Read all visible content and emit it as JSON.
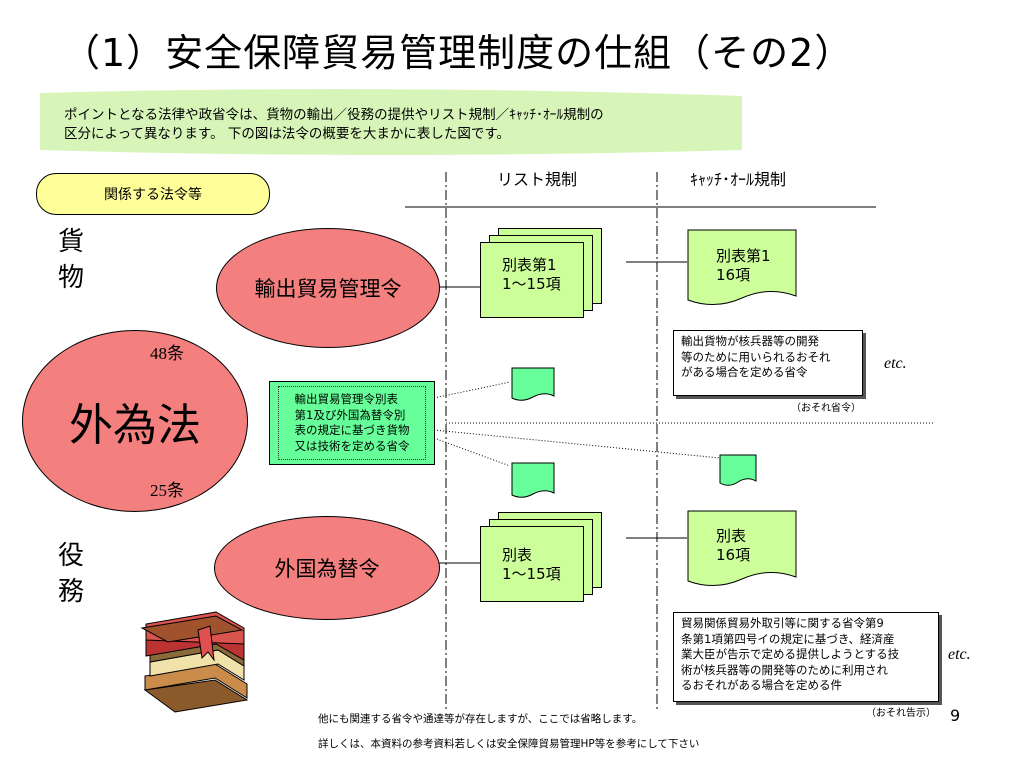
{
  "title": "（1）安全保障貿易管理制度の仕組（その2）",
  "intro_line1": "ポイントとなる法律や政省令は、貨物の輸出／役務の提供やリスト規制／ｷｬｯﾁ･ｵｰﾙ規制の",
  "intro_line2": "区分によって異なります。 下の図は法令の概要を大まかに表した図です。",
  "legend_label": "関係する法令等",
  "col_list": "リスト規制",
  "col_catchall": "ｷｬｯﾁ･ｵｰﾙ規制",
  "goods_label": [
    "貨",
    "物"
  ],
  "services_label": [
    "役",
    "務"
  ],
  "law_main": "外為法",
  "art48_num": "48",
  "art25_num": "25",
  "art_suffix": "条",
  "export_order": "輸出貿易管理令",
  "forex_order": "外国為替令",
  "goods_list_doc": [
    "別表第1",
    "1～15項"
  ],
  "goods_ca_doc": [
    "別表第1",
    "16項"
  ],
  "services_list_doc": [
    "別表",
    "1～15項"
  ],
  "services_ca_doc": [
    "別表",
    "16項"
  ],
  "ministry_box": [
    "輸出貿易管理令別表",
    "第1及び外国為替令別",
    "表の規定に基づき貨物",
    "又は技術を定める省令"
  ],
  "goods_note": [
    "輸出貨物が核兵器等の開発",
    "等のために用いられるおそれ",
    "がある場合を定める省令"
  ],
  "goods_note_caption": "（おそれ省令）",
  "services_note": [
    "貿易関係貿易外取引等に関する省令第9",
    "条第1項第四号イの規定に基づき、経済産",
    "業大臣が告示で定める提供しようとする技",
    "術が核兵器等の開発等のために利用され",
    "るおそれがある場合を定める件"
  ],
  "services_note_caption": "（おそれ告示）",
  "etc": "etc.",
  "page_number": "9",
  "footer1": "他にも関連する省令や通達等が存在しますが、ここでは省略します。",
  "footer2": "詳しくは、本資料の参考資料若しくは安全保障貿易管理HP等を参考にして下さい",
  "colors": {
    "ellipse": "#f47f7f",
    "doc": "#ccff99",
    "ministry_box": "#66ff99",
    "legend": "#ffff99",
    "banner": "#d7f5b8"
  }
}
